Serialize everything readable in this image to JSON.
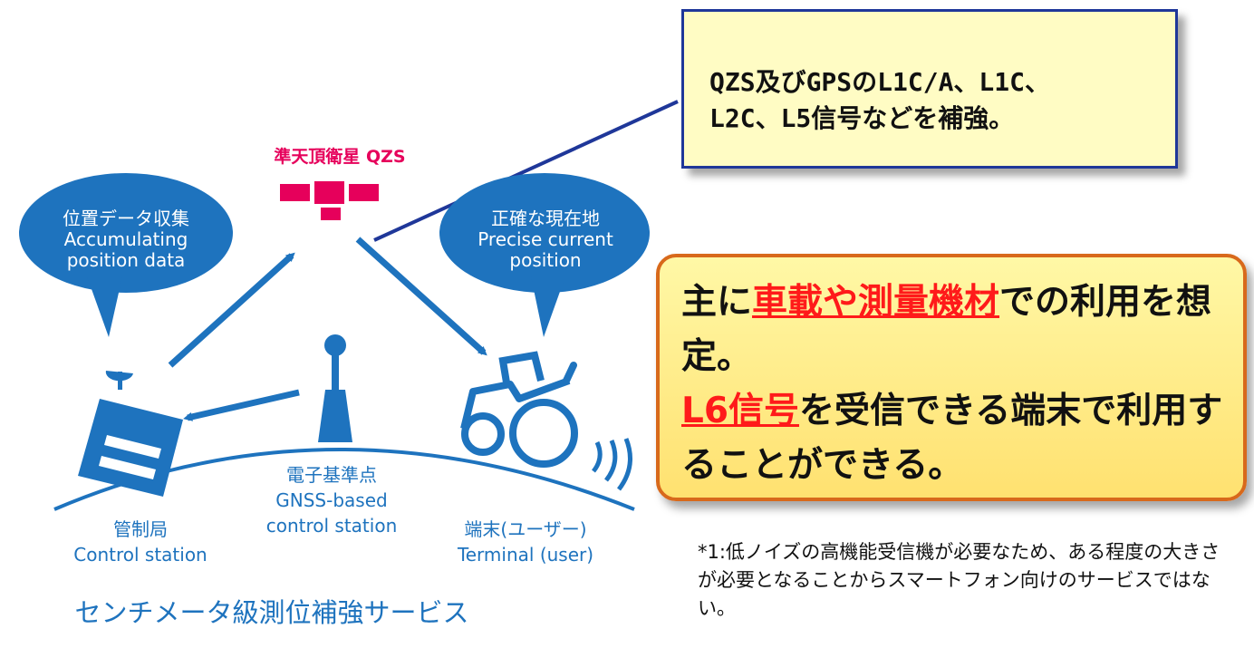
{
  "diagram": {
    "qzs_label": "準天頂衛星 QZS",
    "bubble_left": {
      "jp": "位置データ収集",
      "en1": "Accumulating",
      "en2": "position data"
    },
    "bubble_right": {
      "jp": "正確な現在地",
      "en1": "Precise current",
      "en2": "position"
    },
    "gnss_station": {
      "jp": "電子基準点",
      "en1": "GNSS-based",
      "en2": "control station"
    },
    "control_station": {
      "jp": "管制局",
      "en": "Control station"
    },
    "terminal": {
      "jp": "端末(ユーザー)",
      "en": "Terminal (user)"
    },
    "service_title": "センチメータ級測位補強サービス",
    "colors": {
      "blue": "#1e73be",
      "magenta": "#e6005b"
    }
  },
  "callout_top": {
    "line1": "QZS及びGPSのL1C/A、L1C、",
    "line2": "L2C、L5信号などを補強。"
  },
  "callout_main": {
    "p1_before": "主に",
    "p1_highlight": "車載や測量機材",
    "p1_after": "での利用を想定。",
    "p2_highlight": "L6信号",
    "p2_after": "を受信できる端末で利用することができる。",
    "colors": {
      "highlight": "#ff1a1a",
      "border": "#d8691b"
    }
  },
  "footnote": "*1:低ノイズの高機能受信機が必要なため、ある程度の大きさが必要となることからスマートフォン向けのサービスではない。"
}
